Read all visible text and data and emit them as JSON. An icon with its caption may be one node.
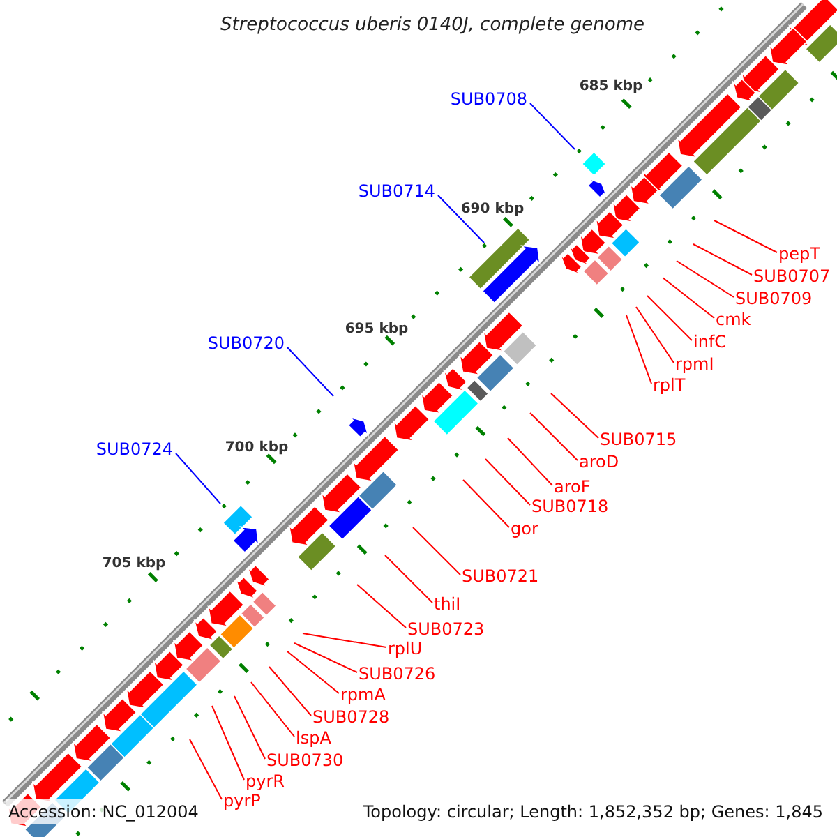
{
  "diagram": {
    "title": "Streptococcus uberis 0140J, complete genome",
    "nodes": [
      {
        "text": [
          "SUB0708"
        ]
      },
      {
        "text": [
          "SUB0714"
        ]
      },
      {
        "text": [
          "pepT"
        ]
      },
      {
        "text": [
          "SUB0707"
        ]
      },
      {
        "text": [
          "SUB0709"
        ]
      },
      {
        "text": [
          "cmk"
        ]
      },
      {
        "text": [
          "infC"
        ]
      },
      {
        "text": [
          "SUB0720"
        ]
      },
      {
        "text": [
          "rpmI"
        ]
      },
      {
        "text": [
          "rplT"
        ]
      },
      {
        "text": [
          "SUB0715"
        ]
      },
      {
        "text": [
          "SUB0724"
        ]
      },
      {
        "text": [
          "aroD"
        ]
      },
      {
        "text": [
          "aroF"
        ]
      },
      {
        "text": [
          "SUB0718"
        ]
      },
      {
        "text": [
          "gor"
        ]
      },
      {
        "text": [
          "SUB0721"
        ]
      },
      {
        "text": [
          "thiI"
        ]
      },
      {
        "text": [
          "SUB0723"
        ]
      },
      {
        "text": [
          "rplU"
        ]
      },
      {
        "text": [
          "SUB0726"
        ]
      },
      {
        "text": [
          "rpmA"
        ]
      },
      {
        "text": [
          "SUB0728"
        ]
      },
      {
        "text": [
          "lspA"
        ]
      },
      {
        "text": [
          "SUB0730"
        ]
      },
      {
        "text": [
          "pyrR"
        ]
      },
      {
        "text": [
          "pyrP"
        ]
      }
    ],
    "edges": [
      {
        "from": 0,
        "to": null,
        "arrow": "none",
        "color": "#0000ff"
      },
      {
        "from": 1,
        "to": null,
        "arrow": "none",
        "color": "#0000ff"
      },
      {
        "from": 2,
        "to": null,
        "arrow": "none"
      },
      {
        "from": 3,
        "to": null,
        "arrow": "none"
      },
      {
        "from": 4,
        "to": null,
        "arrow": "none"
      },
      {
        "from": 5,
        "to": null,
        "arrow": "none"
      },
      {
        "from": 6,
        "to": null,
        "arrow": "none"
      },
      {
        "from": 7,
        "to": null,
        "arrow": "none",
        "color": "#0000ff"
      },
      {
        "from": 8,
        "to": null,
        "arrow": "none"
      },
      {
        "from": 9,
        "to": null,
        "arrow": "none"
      },
      {
        "from": 10,
        "to": null,
        "arrow": "none"
      },
      {
        "from": 11,
        "to": null,
        "arrow": "none",
        "color": "#0000ff"
      },
      {
        "from": 12,
        "to": null,
        "arrow": "none"
      },
      {
        "from": 13,
        "to": null,
        "arrow": "none"
      },
      {
        "from": 14,
        "to": null,
        "arrow": "none"
      },
      {
        "from": 15,
        "to": null,
        "arrow": "none"
      },
      {
        "from": 16,
        "to": null,
        "arrow": "none"
      },
      {
        "from": 17,
        "to": null,
        "arrow": "none"
      },
      {
        "from": 18,
        "to": null,
        "arrow": "none"
      },
      {
        "from": 19,
        "to": null,
        "arrow": "none"
      },
      {
        "from": 20,
        "to": null,
        "arrow": "none"
      },
      {
        "from": 21,
        "to": null,
        "arrow": "none"
      },
      {
        "from": 22,
        "to": null,
        "arrow": "none"
      },
      {
        "from": 23,
        "to": null,
        "arrow": "none"
      },
      {
        "from": 24,
        "to": null,
        "arrow": "none"
      },
      {
        "from": 25,
        "to": null,
        "arrow": "none"
      },
      {
        "from": 26,
        "to": null,
        "arrow": "none"
      }
    ],
    "labels": [
      "685 kbp",
      "690 kbp",
      "695 kbp",
      "700 kbp",
      "705 kbp",
      "Accession: NC_012004",
      "Topology: circular; Length: 1,852,352 bp; Genes: 1,845"
    ]
  }
}
